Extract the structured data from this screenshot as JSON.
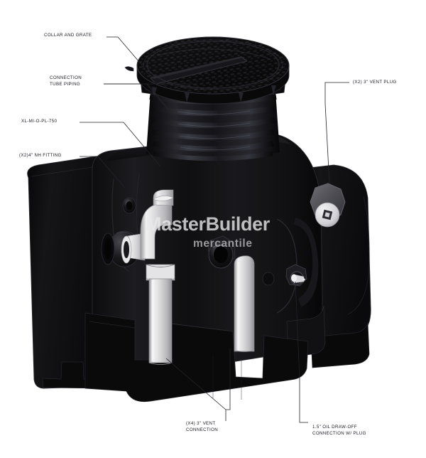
{
  "document": {
    "type": "technical-product-illustration",
    "subject": "Oil / water separator plastic tank with collar and grate",
    "background_color": "#ffffff"
  },
  "watermark": {
    "line1": "MasterBuilder",
    "line2": "mercantile",
    "line1_color": "#e8e8ea",
    "line2_color": "#b0b0b4"
  },
  "callouts": [
    {
      "id": "collar-and-grate",
      "text": "COLLAR AND GRATE"
    },
    {
      "id": "connection-tube-piping",
      "text": "CONNECTION\nTUBE PIPING"
    },
    {
      "id": "model-number",
      "text": "XL-MI-O-PL-750"
    },
    {
      "id": "nh-fitting",
      "text": "(X2)4\" NH FITTING"
    },
    {
      "id": "vent-plug",
      "text": "(X2) 3\" VENT PLUG"
    },
    {
      "id": "vent-connection",
      "text": "(X4) 3\" VENT\nCONNECTION"
    },
    {
      "id": "oil-draw-off",
      "text": "1.5\" OIL  DRAW-OFF\nCONNECTION W/ PLUG"
    }
  ],
  "colors": {
    "body_black": "#121214",
    "body_black_light": "#1d1d20",
    "body_edge": "#2a2a2e",
    "grate_black": "#0b0b0c",
    "pipe_white": "#d6d6d8",
    "pipe_highlight": "#f3f3f4",
    "plug_gray": "#5a5a5e",
    "plug_face": "#e3e3e5",
    "leader_line": "#23232a",
    "label_text": "#1b1b22"
  },
  "components": {
    "grate_label": "collar-and-grate",
    "riser_ribs": 6,
    "vent_plugs_count": 2,
    "vent_connections_count": 4,
    "nh_fittings_count": 2,
    "oil_draw_off_size": "1.5\"",
    "vent_size": "3\"",
    "nh_fitting_size": "4\""
  }
}
